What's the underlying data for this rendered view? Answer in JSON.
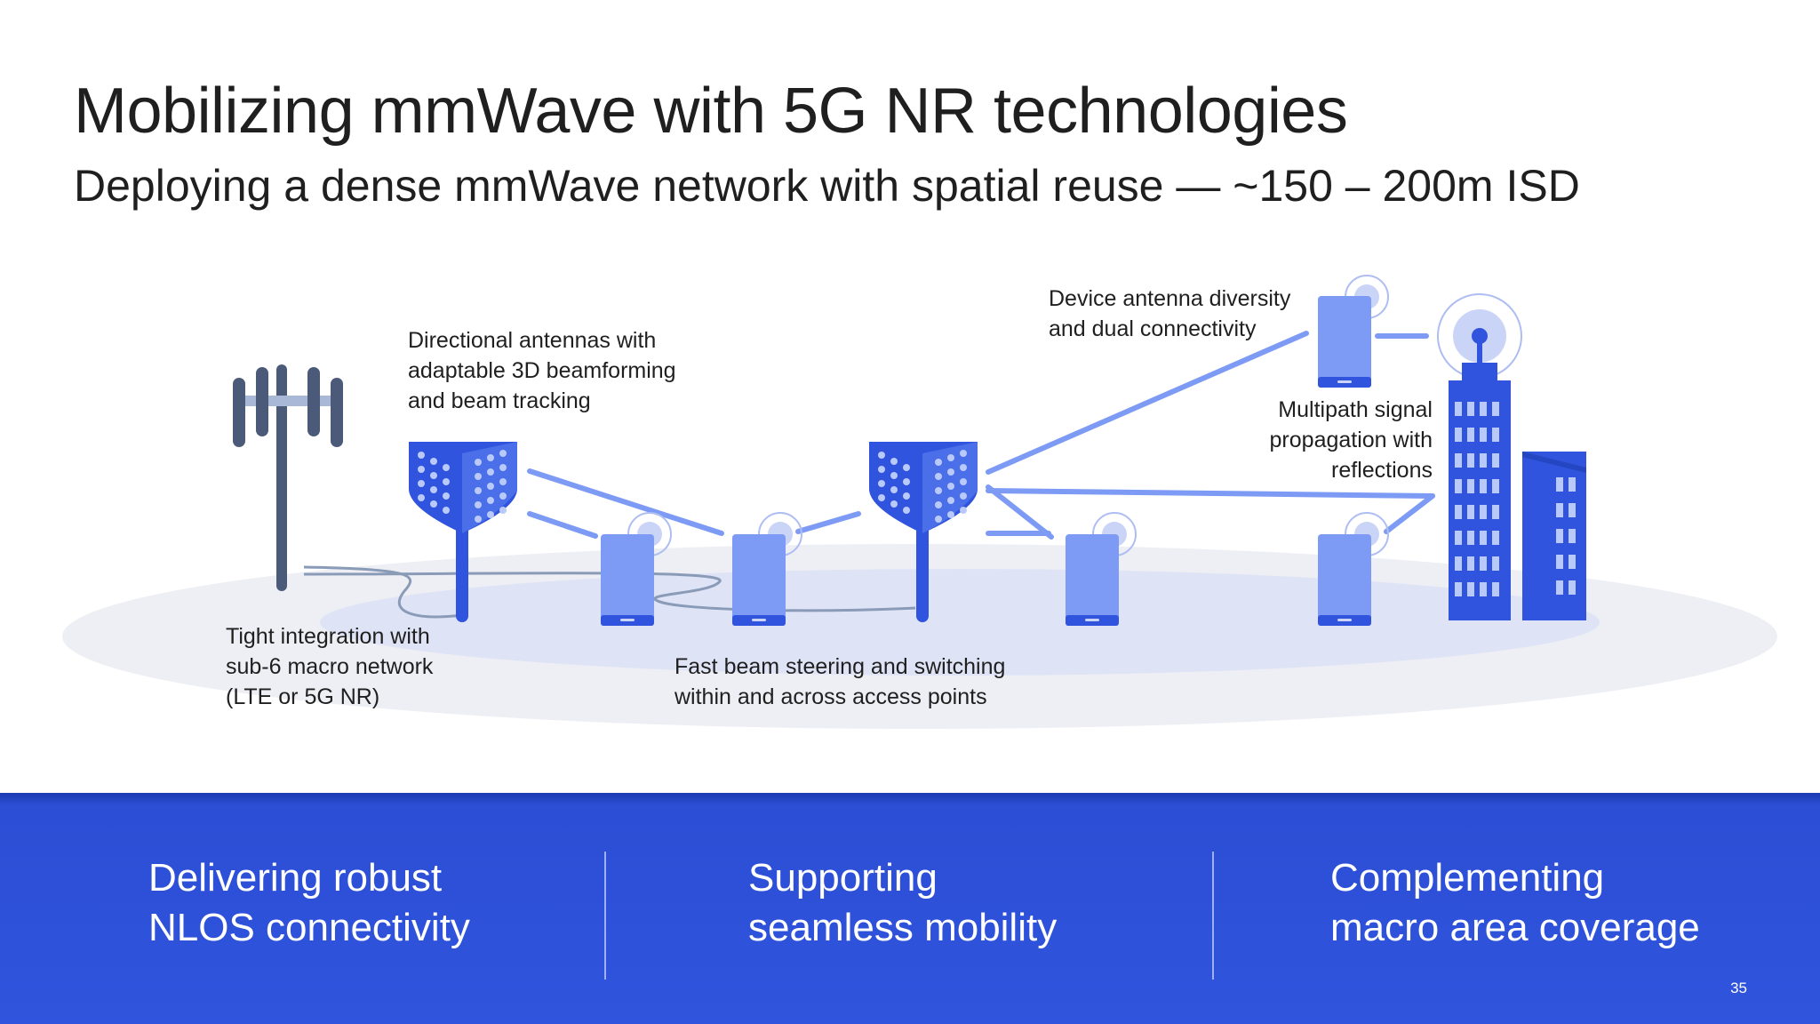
{
  "slide": {
    "title": "Mobilizing mmWave with 5G NR technologies",
    "subtitle": "Deploying a dense mmWave network with spatial reuse — ~150 – 200m ISD",
    "page_number": "35"
  },
  "callouts": {
    "directional": "Directional antennas with\nadaptable 3D beamforming\nand beam tracking",
    "device_diversity": "Device antenna diversity\nand dual connectivity",
    "multipath": "Multipath signal\npropagation with\nreflections",
    "tight_integration": "Tight integration with\nsub-6 macro network\n(LTE or 5G NR)",
    "fast_beam": "Fast beam steering and switching\nwithin and across access points"
  },
  "benefits": [
    {
      "label": "Delivering robust\nNLOS connectivity"
    },
    {
      "label": "Supporting\nseamless mobility"
    },
    {
      "label": "Complementing\nmacro area coverage"
    }
  ],
  "colors": {
    "accent_blue": "#3054dd",
    "light_blue": "#7d9bf5",
    "ground": "#eeeff4",
    "ground_inner": "#dfe3f6",
    "tower": "#4b5a78"
  },
  "icons": [
    "macro-tower-icon",
    "mmwave-access-point-icon",
    "smartphone-icon",
    "city-building-icon",
    "broadcast-signal-icon"
  ]
}
